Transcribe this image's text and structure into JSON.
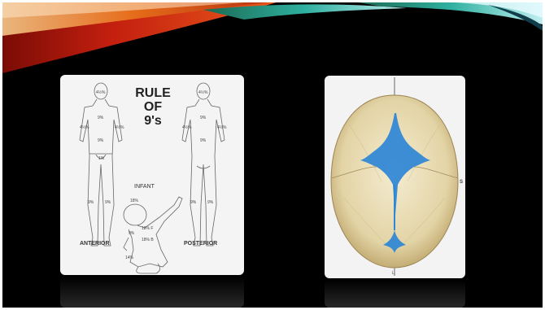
{
  "diagram": {
    "title_line1": "RULE",
    "title_line2": "OF",
    "title_line3": "9's",
    "anterior_label": "ANTERIOR",
    "posterior_label": "POSTERIOR",
    "infant_label": "INFANT",
    "percentages": {
      "head_front": "4½%",
      "chest": "9%",
      "abdomen": "9%",
      "groin": "1%",
      "arm_left": "4½%",
      "arm_right": "4½%",
      "leg_left": "9%",
      "leg_right": "9%",
      "head_back": "4½%",
      "back_upper": "9%",
      "back_lower": "9%",
      "back_arm_left": "4½%",
      "back_arm_right": "4½%",
      "back_leg_left": "9%",
      "back_leg_right": "9%",
      "infant_head": "18%",
      "infant_front": "18% F",
      "infant_back": "18% B",
      "infant_arm": "9%",
      "infant_leg": "14%"
    }
  },
  "skull": {
    "right_mark": "S",
    "bottom_mark": "L"
  },
  "colors": {
    "slide_background": "#000000",
    "banner_red": "#c41f0f",
    "banner_orange": "#e8731a",
    "banner_teal": "#2fb0a0",
    "fontanelle_blue": "#2e86d6",
    "bone": "#e8dcb4"
  }
}
